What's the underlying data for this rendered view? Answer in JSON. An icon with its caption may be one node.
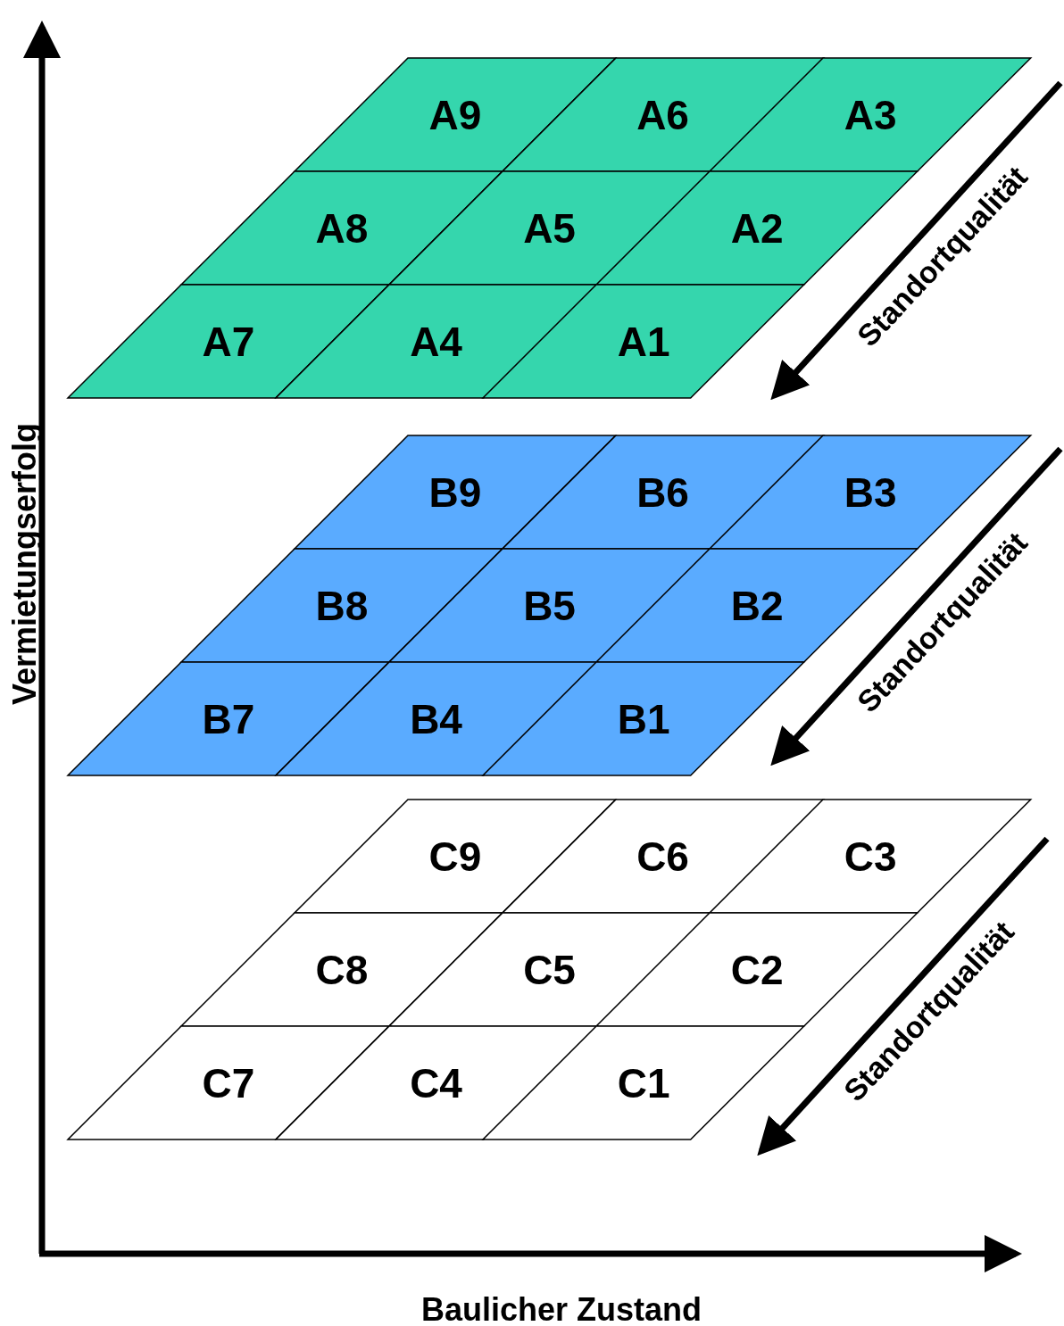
{
  "diagram": {
    "nodes": [
      {
        "text": [
          "A9"
        ]
      },
      {
        "text": [
          "A6"
        ]
      },
      {
        "text": [
          "A3"
        ]
      },
      {
        "text": [
          "A8"
        ]
      },
      {
        "text": [
          "A5"
        ]
      },
      {
        "text": [
          "A2"
        ]
      },
      {
        "text": [
          "A7"
        ]
      },
      {
        "text": [
          "A4"
        ]
      },
      {
        "text": [
          "A1"
        ]
      },
      {
        "text": [
          "B9"
        ]
      },
      {
        "text": [
          "B6"
        ]
      },
      {
        "text": [
          "B3"
        ]
      },
      {
        "text": [
          "B8"
        ]
      },
      {
        "text": [
          "B5"
        ]
      },
      {
        "text": [
          "B2"
        ]
      },
      {
        "text": [
          "B7"
        ]
      },
      {
        "text": [
          "B4"
        ]
      },
      {
        "text": [
          "B1"
        ]
      },
      {
        "text": [
          "C9"
        ]
      },
      {
        "text": [
          "C6"
        ]
      },
      {
        "text": [
          "C3"
        ]
      },
      {
        "text": [
          "C8"
        ]
      },
      {
        "text": [
          "C5"
        ]
      },
      {
        "text": [
          "C2"
        ]
      },
      {
        "text": [
          "C7"
        ]
      },
      {
        "text": [
          "C4"
        ]
      },
      {
        "text": [
          "C1"
        ]
      }
    ],
    "edges": [],
    "labels": [
      "Standortqualität",
      "Standortqualität",
      "Standortqualität",
      "Vermietungserfolg",
      "Baulicher Zustand"
    ]
  }
}
